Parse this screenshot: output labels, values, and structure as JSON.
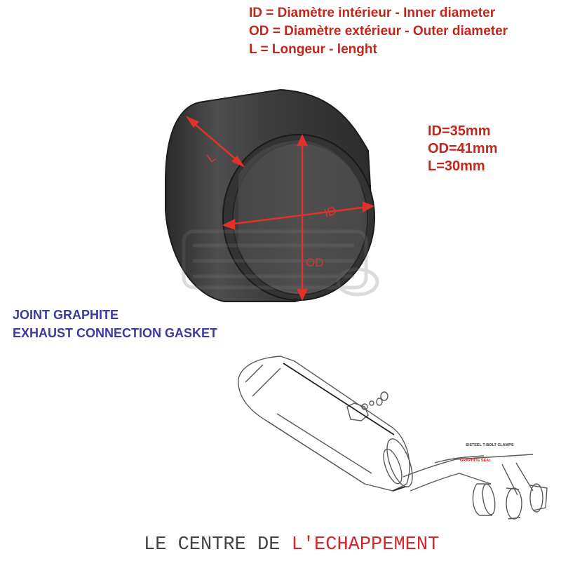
{
  "legend": {
    "id_line": "ID = Diamètre intérieur - Inner diameter",
    "od_line": "OD = Diamètre extérieur - Outer diameter",
    "l_line": "L = Longeur - lenght"
  },
  "specs": {
    "id": "ID=35mm",
    "od": "OD=41mm",
    "l": "L=30mm"
  },
  "dimension_labels": {
    "l": "L",
    "id": "ID",
    "od": "OD"
  },
  "product": {
    "name_fr": "JOINT GRAPHITE",
    "name_en": "EXHAUST CONNECTION GASKET"
  },
  "diagram": {
    "clamp_label": "S/STEEL T-BOLT CLAMPS",
    "seal_label": "GRAPHITE SEAL"
  },
  "footer": {
    "part1": "LE CENTRE DE ",
    "part2": "L'ECHAPPEMENT"
  },
  "colors": {
    "red": "#c0271d",
    "blue": "#3d3a9e",
    "footer_red": "#d4262d",
    "dimension_red": "#e2312a"
  }
}
